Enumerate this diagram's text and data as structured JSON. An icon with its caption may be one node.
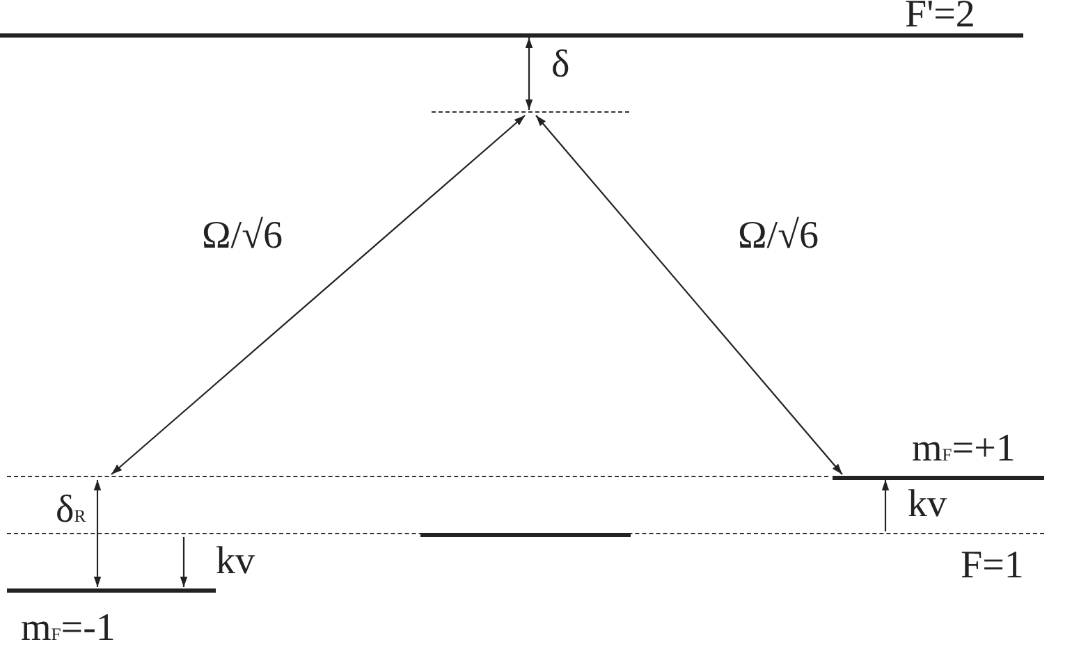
{
  "diagram": {
    "nodes": [
      {
        "text": [
          "F'=2"
        ]
      },
      {
        "text": [],
        "shape": "line"
      },
      {
        "text": [],
        "shape": "line"
      },
      {
        "text": [
          "m$_{F}$=+1"
        ]
      },
      {
        "text": [],
        "shape": "line",
        "beside": [
          "F=1"
        ]
      },
      {
        "text": [],
        "shape": "bar"
      },
      {
        "text": [
          "m$_{F}$=-1"
        ]
      }
    ],
    "edges": [
      {
        "from": 1,
        "to": 2,
        "arrow": "both",
        "label": "Ω/√6"
      },
      {
        "from": 1,
        "to": 3,
        "arrow": "both",
        "label": "Ω/√6"
      },
      {
        "from": 0,
        "to": 1,
        "arrow": "both",
        "label": "δ"
      },
      {
        "from": 4,
        "to": 3,
        "arrow": "to",
        "label": "kv"
      },
      {
        "from": 2,
        "to": 6,
        "arrow": "both",
        "label": "δ$_{R}$"
      },
      {
        "from": 4,
        "to": 6,
        "arrow": "to",
        "label": "kv"
      }
    ]
  }
}
